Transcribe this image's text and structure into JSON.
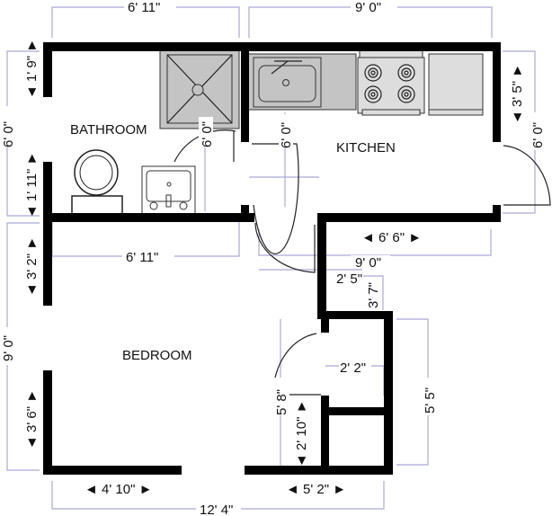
{
  "rooms": {
    "bathroom": "BATHROOM",
    "kitchen": "KITCHEN",
    "bedroom": "BEDROOM"
  },
  "dimensions": {
    "bath_top": "6' 11\"",
    "kitchen_top": "9' 0\"",
    "bath_upper_left": "◄ 1' 9\" ►",
    "bath_left": "6' 0\"",
    "bath_lower_left": "◄ 1' 11\" ►",
    "bed_upper_left": "◄ 3' 2\" ►",
    "bed_left": "9' 0\"",
    "bed_lower_left": "◄ 3' 6\" ►",
    "bath_bottom": "6' 11\"",
    "shower_side": "6' 0\"",
    "kitchen_inner": "6' 0\"",
    "kitchen_right_upper": "◄ 3' 5\" ►",
    "kitchen_right": "6' 0\"",
    "kitchen_bottom": "◄ 6' 6\" ►",
    "kitchen_total": "9' 0\"",
    "hall_width": "2' 5\"",
    "hall_side": "3' 7\"",
    "closet_width": "2' 2\"",
    "closet_left": "5' 8\"",
    "closet_right": "5' 5\"",
    "closet_door": "◄ 2' 10\" ►",
    "bed_bottom_left": "◄ 4' 10\" ►",
    "bed_bottom_right": "◄ 5' 2\" ►",
    "bed_total": "12' 4\""
  },
  "colors": {
    "wall": "#000000",
    "dimension": "#a9a9d6",
    "fixture": "#c4c4c4"
  }
}
